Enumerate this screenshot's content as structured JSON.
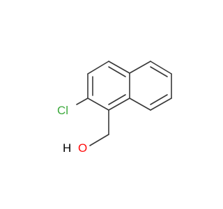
{
  "molecule": {
    "atoms": {
      "chlorine": "Cl",
      "oxygen": "O",
      "hydroxyl_hydrogen": "H"
    },
    "colors": {
      "bond": "#383838",
      "chlorine": "#3daa3d",
      "oxygen": "#ff0d0d",
      "hydrogen": "#000000"
    }
  }
}
